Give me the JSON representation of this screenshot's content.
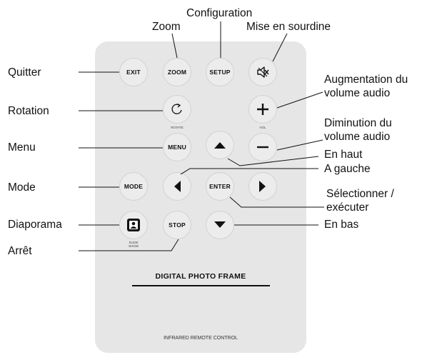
{
  "remote": {
    "title": "DIGITAL PHOTO FRAME",
    "footer": "INFRARED REMOTE CONTROL",
    "buttons": {
      "exit": "EXIT",
      "zoom": "ZOOM",
      "setup": "SETUP",
      "menu": "MENU",
      "mode": "MODE",
      "enter": "ENTER",
      "stop": "STOP"
    },
    "sublabels": {
      "rotate": "ROTATE",
      "vol": "VOL",
      "slideshow_1": "SLIDE",
      "slideshow_2": "SHOW"
    }
  },
  "callouts": {
    "configuration": "Configuration",
    "zoom": "Zoom",
    "mute": "Mise en sourdine",
    "quit": "Quitter",
    "volume_up": "Augmentation du volume audio",
    "rotation": "Rotation",
    "volume_down": "Diminution du volume audio",
    "menu": "Menu",
    "up": "En haut",
    "left": "A gauche",
    "mode": "Mode",
    "select": "Sélectionner / exécuter",
    "slideshow": "Diaporama",
    "down": "En bas",
    "stop": "Arrêt"
  },
  "icons": [
    "mute-icon",
    "rotate-icon",
    "plus-icon",
    "minus-icon",
    "arrow-up-icon",
    "arrow-left-icon",
    "arrow-right-icon",
    "arrow-down-icon",
    "slideshow-icon"
  ]
}
